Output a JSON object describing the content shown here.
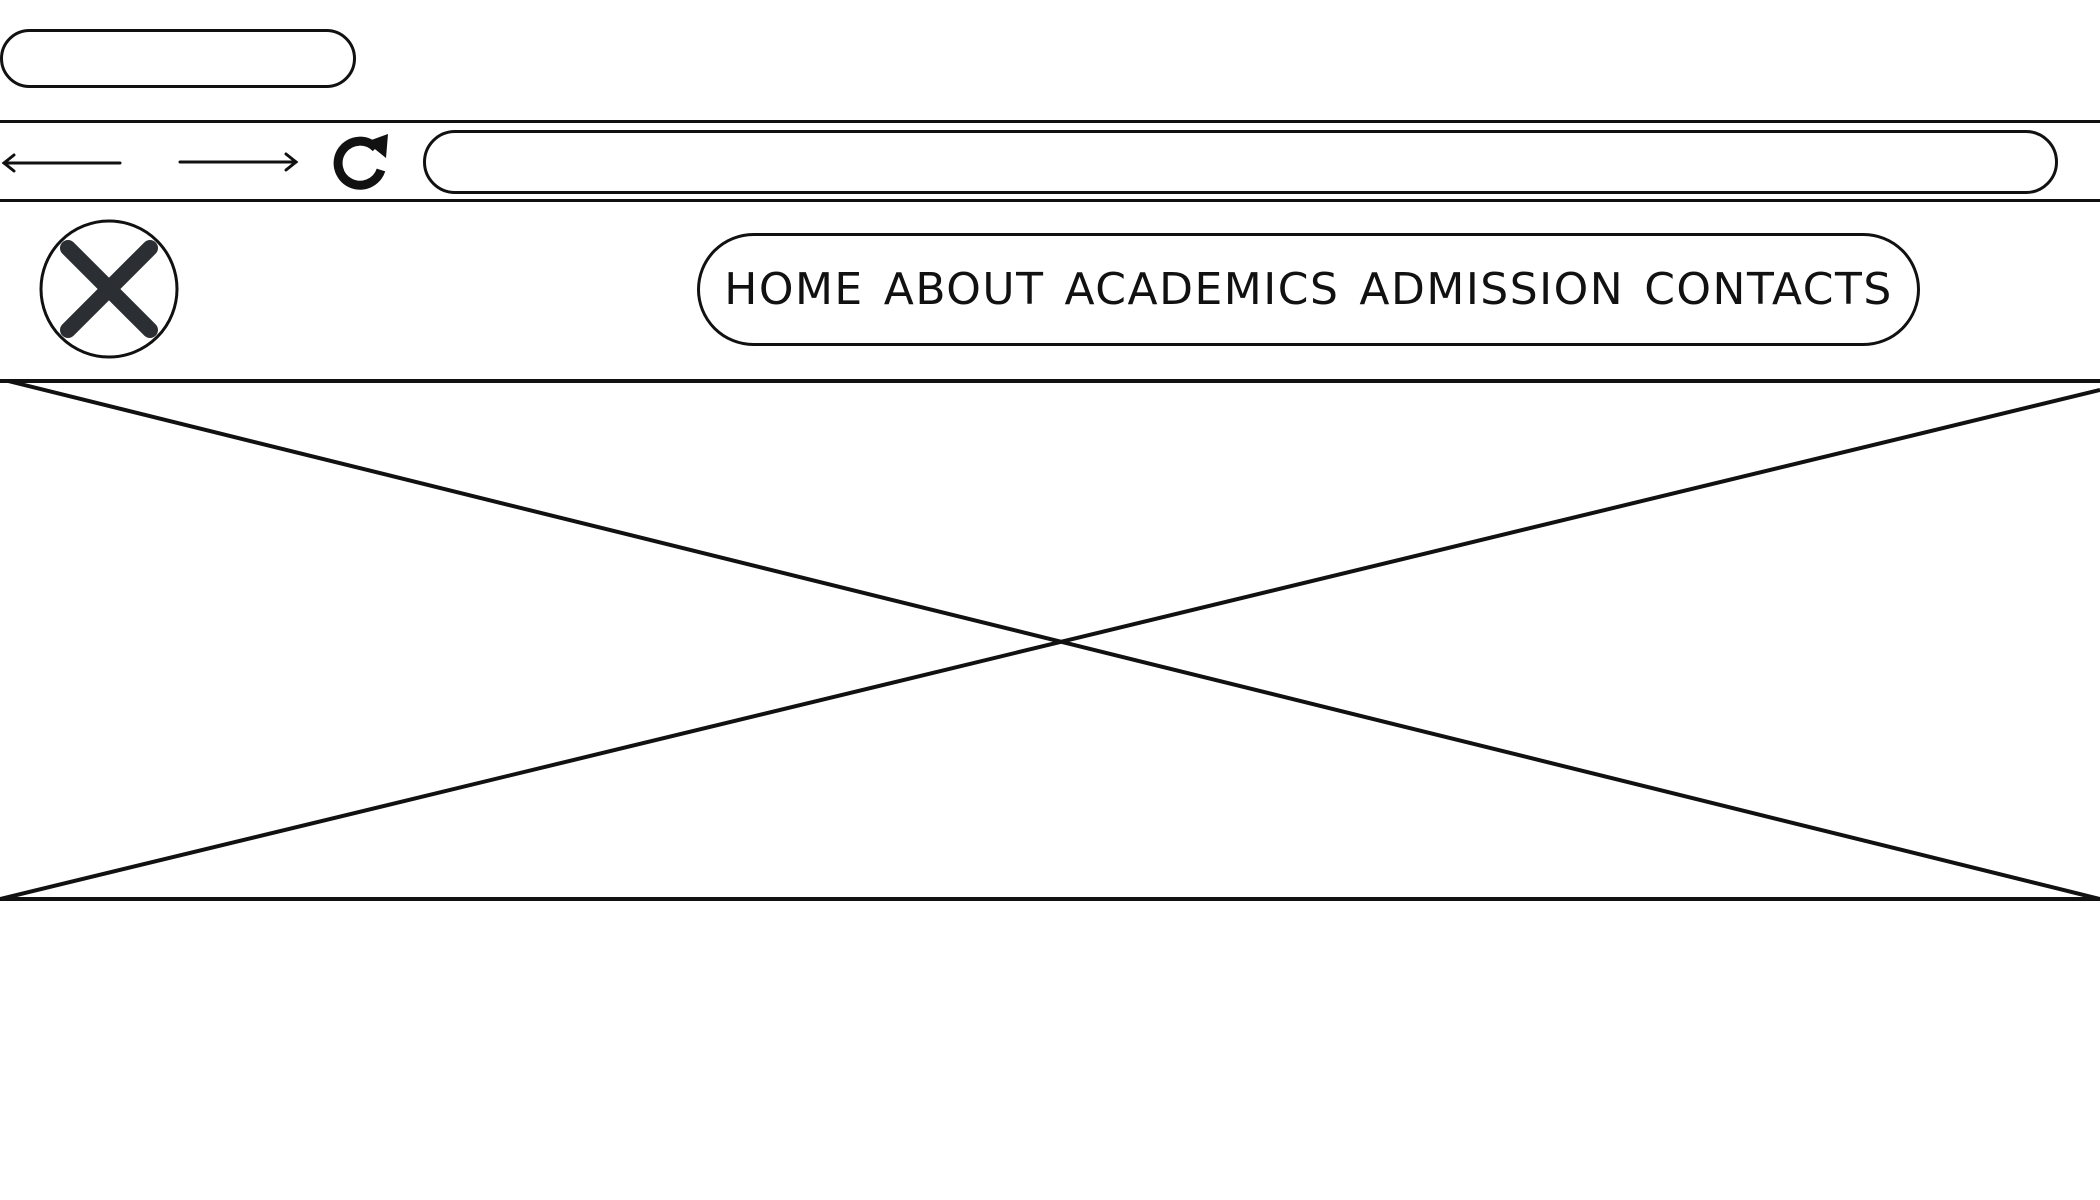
{
  "nav": {
    "items": [
      {
        "label": "HOME"
      },
      {
        "label": "ABOUT"
      },
      {
        "label": "ACADEMICS"
      },
      {
        "label": "ADMISSION"
      },
      {
        "label": "CONTACTS"
      }
    ]
  },
  "address_bar": {
    "value": ""
  },
  "icons": {
    "back": "arrow-left-icon",
    "forward": "arrow-right-icon",
    "reload": "reload-icon",
    "logo": "x-circle-icon",
    "hero": "image-placeholder-icon"
  },
  "colors": {
    "stroke": "#111111",
    "logo_mark": "#2b2f33",
    "background": "#ffffff"
  }
}
